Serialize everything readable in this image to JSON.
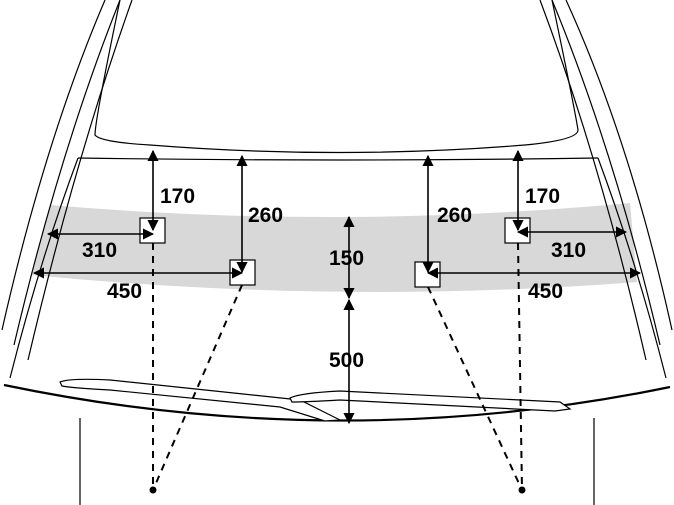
{
  "labels": {
    "left_top_170": "170",
    "left_310": "310",
    "left_450": "450",
    "left_260": "260",
    "center_150": "150",
    "center_500": "500",
    "right_260": "260",
    "right_top_170": "170",
    "right_310": "310",
    "right_450": "450"
  },
  "colors": {
    "band_fill": "#d8d8d8",
    "line": "#000000"
  }
}
